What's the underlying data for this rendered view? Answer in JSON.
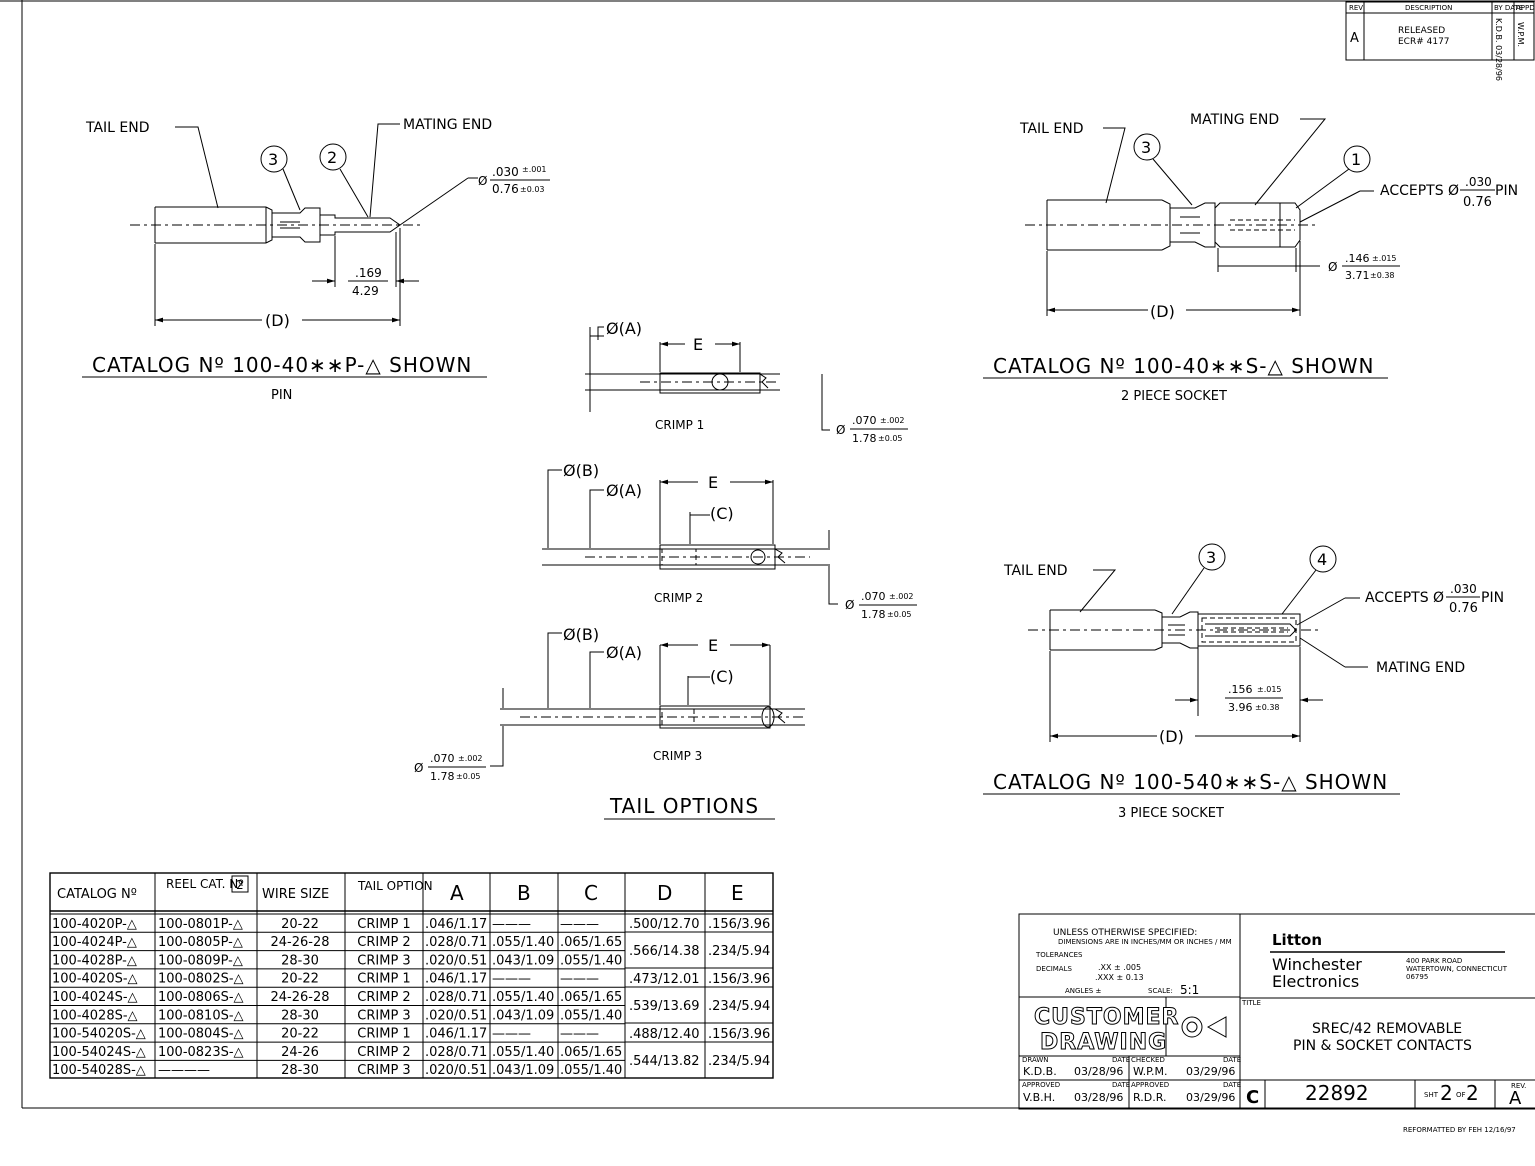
{
  "revision_block": {
    "headers": [
      "REV",
      "DESCRIPTION",
      "BY DATE",
      "APPD"
    ],
    "rev": "A",
    "description_line1": "RELEASED",
    "description_line2": "ECR# 4177",
    "by_date": "K.D.B. 03/28/96",
    "appd": "W.P.M."
  },
  "pin_view": {
    "tail_end": "TAIL END",
    "mating_end": "MATING END",
    "callout_3": "3",
    "callout_2": "2",
    "dia_symbol": "Ø",
    "dia_inch": ".030",
    "dia_inch_tol": "±.001",
    "dia_mm": "0.76",
    "dia_mm_tol": "±0.03",
    "len_inch": ".169",
    "len_mm": "4.29",
    "d_label": "(D)",
    "caption": "CATALOG Nº 100-40∗∗P-△ SHOWN",
    "subcaption": "PIN"
  },
  "socket2_view": {
    "tail_end": "TAIL END",
    "mating_end": "MATING END",
    "callout_3": "3",
    "callout_1": "1",
    "accepts_label": "ACCEPTS Ø",
    "accepts_inch": ".030",
    "accepts_mm": "0.76",
    "accepts_suffix": "PIN",
    "dim_inch": ".146",
    "dim_inch_tol": "±.015",
    "dim_mm": "3.71",
    "dim_mm_tol": "±0.38",
    "d_label": "(D)",
    "caption": "CATALOG Nº 100-40∗∗S-△ SHOWN",
    "subcaption": "2 PIECE SOCKET"
  },
  "socket3_view": {
    "tail_end": "TAIL END",
    "mating_end": "MATING END",
    "callout_3": "3",
    "callout_4": "4",
    "accepts_label": "ACCEPTS Ø",
    "accepts_inch": ".030",
    "accepts_mm": "0.76",
    "accepts_suffix": "PIN",
    "dim_inch": ".156",
    "dim_inch_tol": "±.015",
    "dim_mm": "3.96",
    "dim_mm_tol": "±0.38",
    "d_label": "(D)",
    "caption": "CATALOG Nº 100-540∗∗S-△ SHOWN",
    "subcaption": "3 PIECE SOCKET"
  },
  "tail_options": {
    "title": "TAIL OPTIONS",
    "dia_a": "Ø(A)",
    "dia_b": "Ø(B)",
    "c_label": "(C)",
    "e_label": "E",
    "crimp1": "CRIMP 1",
    "crimp2": "CRIMP 2",
    "crimp3": "CRIMP 3",
    "wire_dia_inch": ".070",
    "wire_dia_inch_tol": "±.002",
    "wire_dia_mm": "1.78",
    "wire_dia_mm_tol": "±0.05"
  },
  "table": {
    "headers": [
      "CATALOG Nº",
      "REEL CAT. Nº",
      "WIRE SIZE",
      "TAIL OPTION",
      "A",
      "B",
      "C",
      "D",
      "E"
    ],
    "reel_note": "2",
    "rows": [
      [
        "100-4020P-△",
        "100-0801P-△",
        "20-22",
        "CRIMP 1",
        ".046/1.17",
        "———",
        "———"
      ],
      [
        "100-4024P-△",
        "100-0805P-△",
        "24-26-28",
        "CRIMP 2",
        ".028/0.71",
        ".055/1.40",
        ".065/1.65"
      ],
      [
        "100-4028P-△",
        "100-0809P-△",
        "28-30",
        "CRIMP 3",
        ".020/0.51",
        ".043/1.09",
        ".055/1.40"
      ],
      [
        "100-4020S-△",
        "100-0802S-△",
        "20-22",
        "CRIMP 1",
        ".046/1.17",
        "———",
        "———"
      ],
      [
        "100-4024S-△",
        "100-0806S-△",
        "24-26-28",
        "CRIMP 2",
        ".028/0.71",
        ".055/1.40",
        ".065/1.65"
      ],
      [
        "100-4028S-△",
        "100-0810S-△",
        "28-30",
        "CRIMP 3",
        ".020/0.51",
        ".043/1.09",
        ".055/1.40"
      ],
      [
        "100-54020S-△",
        "100-0804S-△",
        "20-22",
        "CRIMP 1",
        ".046/1.17",
        "———",
        "———"
      ],
      [
        "100-54024S-△",
        "100-0823S-△",
        "24-26",
        "CRIMP 2",
        ".028/0.71",
        ".055/1.40",
        ".065/1.65"
      ],
      [
        "100-54028S-△",
        "————",
        "28-30",
        "CRIMP 3",
        ".020/0.51",
        ".043/1.09",
        ".055/1.40"
      ]
    ],
    "d_values": [
      ".500/12.70",
      ".566/14.38",
      ".473/12.01",
      ".539/13.69",
      ".488/12.40",
      ".544/13.82"
    ],
    "e_values": [
      ".156/3.96",
      ".234/5.94",
      ".156/3.96",
      ".234/5.94",
      ".156/3.96",
      ".234/5.94"
    ]
  },
  "title_block": {
    "unless": "UNLESS OTHERWISE SPECIFIED:",
    "dims": "DIMENSIONS ARE IN INCHES/MM OR INCHES / MM",
    "tolerances": "TOLERANCES",
    "decimals": "DECIMALS",
    "xx": ".XX ± .005",
    "xxx": ".XXX ± 0.13",
    "angles": "ANGLES ±",
    "scale_label": "SCALE:",
    "scale": "5:1",
    "customer": "CUSTOMER",
    "drawing": "DRAWING",
    "drawn_label": "DRAWN",
    "drawn_by": "K.D.B.",
    "drawn_date": "03/28/96",
    "checked_label": "CHECKED",
    "checked_by": "W.P.M.",
    "checked_date": "03/29/96",
    "approved_label": "APPROVED",
    "approved_by": "V.B.H.",
    "approved_date": "03/28/96",
    "approved2_by": "R.D.R.",
    "approved2_date": "03/29/96",
    "date_label": "DATE",
    "company_logo": "Litton",
    "company_line1": "Winchester",
    "company_line2": "Electronics",
    "address1": "400 PARK ROAD",
    "address2": "WATERTOWN, CONNECTICUT",
    "address3": "06795",
    "title_label": "TITLE",
    "title_line1": "SREC/42 REMOVABLE",
    "title_line2": "PIN & SOCKET CONTACTS",
    "size": "C",
    "dwg_no": "22892",
    "sht_label": "SHT",
    "sht": "2",
    "of_label": "OF",
    "of": "2",
    "rev_label": "REV.",
    "rev": "A"
  },
  "footer_note": "REFORMATTED BY FEH 12/16/97"
}
